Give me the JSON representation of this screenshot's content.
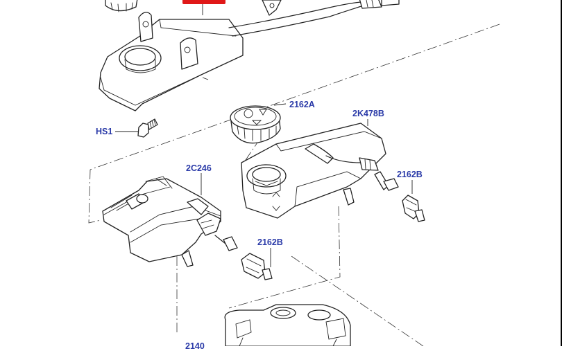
{
  "callouts": {
    "c_2162a": "2162A",
    "c_2k478b": "2K478B",
    "c_hs1": "HS1",
    "c_2c246": "2C246",
    "c_2162b_right": "2162B",
    "c_2162b_mid": "2162B",
    "c_2140_partial": "2140"
  },
  "colors": {
    "callout_text": "#2a3aa8",
    "highlight": "#e01818",
    "line": "#222222"
  }
}
